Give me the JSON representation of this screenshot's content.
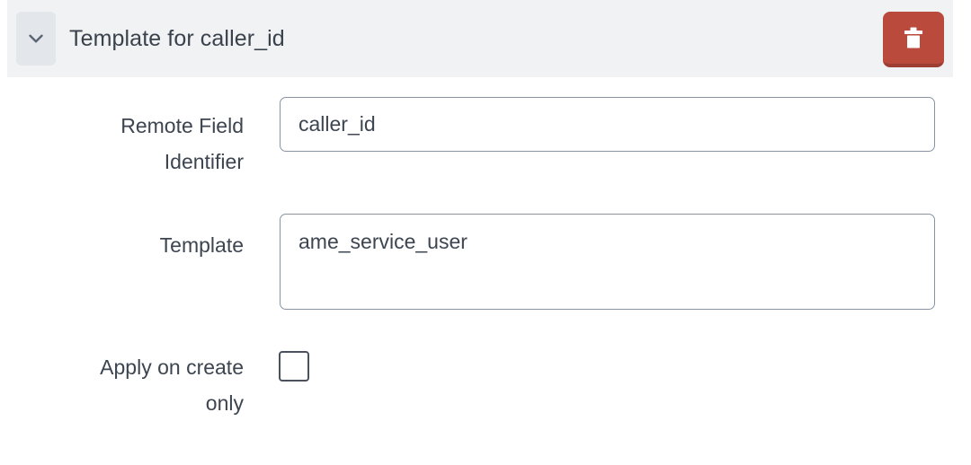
{
  "header": {
    "title": "Template for caller_id",
    "collapse_icon": "chevron-down-icon",
    "delete_icon": "trash-icon",
    "background_color": "#f1f2f4",
    "delete_button_color": "#b94a3c"
  },
  "form": {
    "remote_field": {
      "label": "Remote Field\nIdentifier",
      "value": "caller_id",
      "placeholder": ""
    },
    "template": {
      "label": "Template",
      "value": "ame_service_user",
      "placeholder": ""
    },
    "apply_on_create_only": {
      "label": "Apply on create\nonly",
      "checked": false
    }
  },
  "colors": {
    "text": "#3d4551",
    "input_border": "#8a93a3",
    "collapse_button": "#e3e6ea"
  }
}
